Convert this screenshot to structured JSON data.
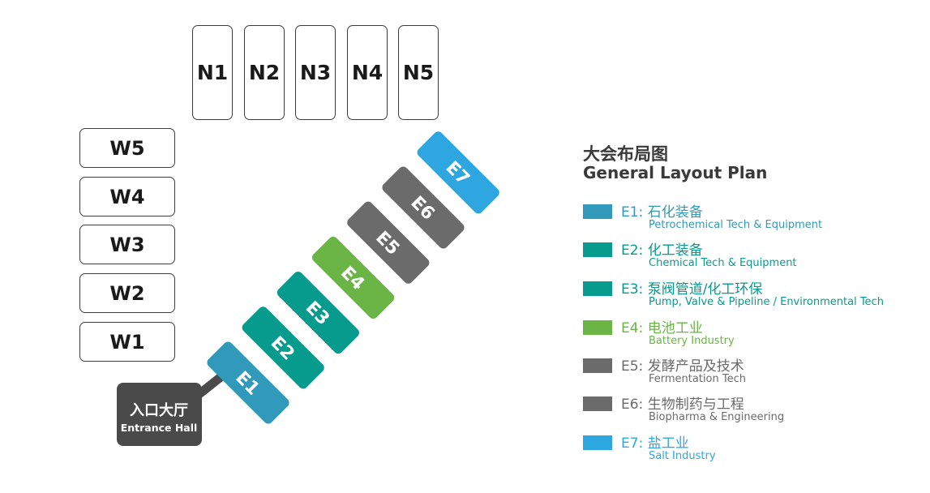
{
  "halls_north": [
    "N1",
    "N2",
    "N3",
    "N4",
    "N5"
  ],
  "halls_west": [
    "W5",
    "W4",
    "W3",
    "W2",
    "W1"
  ],
  "halls_east": [
    {
      "label": "E1",
      "color": "#3199b9"
    },
    {
      "label": "E2",
      "color": "#079b8e"
    },
    {
      "label": "E3",
      "color": "#079b8e"
    },
    {
      "label": "E4",
      "color": "#6ab545"
    },
    {
      "label": "E5",
      "color": "#6b6b6b"
    },
    {
      "label": "E6",
      "color": "#6b6b6b"
    },
    {
      "label": "E7",
      "color": "#2ea7e0"
    }
  ],
  "entrance": {
    "cn": "入口大厅",
    "en": "Entrance Hall",
    "color": "#4a4a4a"
  },
  "legend": {
    "title_cn": "大会布局图",
    "title_en": "General Layout Plan",
    "items": [
      {
        "code": "E1: ",
        "cn": "石化装备",
        "en": "Petrochemical Tech & Equipment",
        "color": "#3199b9"
      },
      {
        "code": "E2: ",
        "cn": "化工装备",
        "en": "Chemical Tech & Equipment",
        "color": "#079b8e"
      },
      {
        "code": "E3: ",
        "cn": "泵阀管道/化工环保",
        "en": "Pump, Valve & Pipeline / Environmental Tech",
        "color": "#079b8e"
      },
      {
        "code": "E4: ",
        "cn": "电池工业",
        "en": "Battery Industry",
        "color": "#6ab545"
      },
      {
        "code": "E5: ",
        "cn": "发酵产品及技术",
        "en": "Fermentation Tech",
        "color": "#6b6b6b"
      },
      {
        "code": "E6: ",
        "cn": "生物制药与工程",
        "en": "Biopharma & Engineering",
        "color": "#6b6b6b"
      },
      {
        "code": "E7: ",
        "cn": "盐工业",
        "en": "Salt Industry",
        "color": "#2ea7e0"
      }
    ]
  }
}
